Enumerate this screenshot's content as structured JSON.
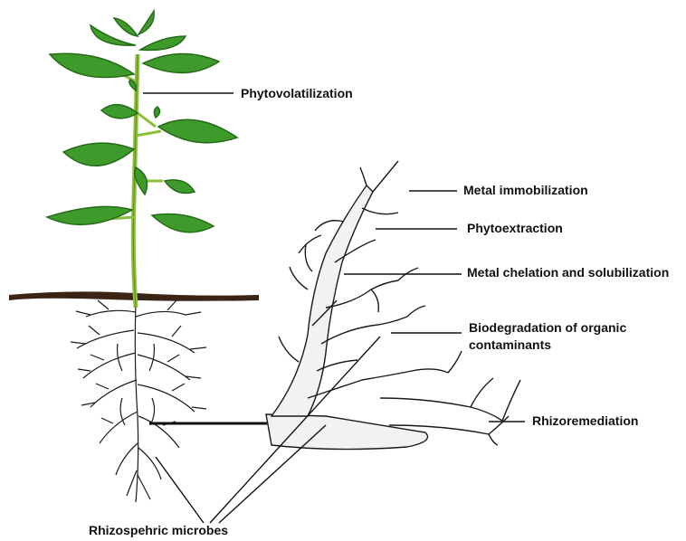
{
  "labels": {
    "phytovolatilization": "Phytovolatilization",
    "metal_immobilization": "Metal immobilization",
    "phytoextraction": "Phytoextraction",
    "metal_chelation": "Metal chelation and solubilization",
    "biodegradation_line1": "Biodegradation of organic",
    "biodegradation_line2": "contaminants",
    "rhizoremediation": "Rhizoremediation",
    "rhizospheric_microbes": "Rhizospehric microbes"
  },
  "colors": {
    "leaf": "#3f9a2c",
    "leaf_dark": "#256b18",
    "stem": "#8fbf3a",
    "soil": "#3a2415",
    "root": "#1a1a1a",
    "callout": "#111111"
  }
}
